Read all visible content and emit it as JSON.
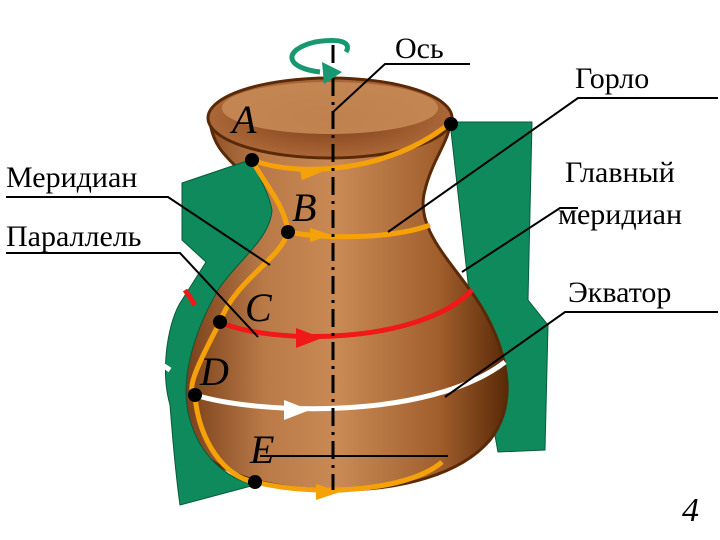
{
  "labels": {
    "axis": "Ось",
    "neck": "Горло",
    "meridian": "Меридиан",
    "main_meridian_line1": "Главный",
    "main_meridian_line2": "меридиан",
    "parallel": "Параллель",
    "equator": "Экватор"
  },
  "points": {
    "a": "A",
    "b": "B",
    "c": "C",
    "d": "D",
    "e": "E"
  },
  "page_number": "4",
  "colors": {
    "vase_body": "#b5703f",
    "vase_dark": "#6e3410",
    "vase_outline": "#5a2a08",
    "plane_green": "#0e8a5c",
    "orange_curve": "#f5a20a",
    "red_curve": "#f01818",
    "white_curve": "#ffffff",
    "axis_arrow": "#189870"
  }
}
